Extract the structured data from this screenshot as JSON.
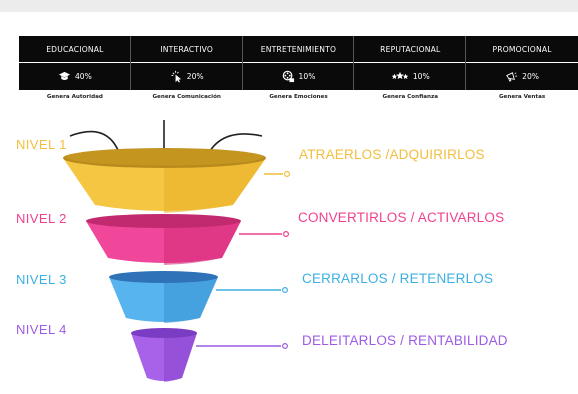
{
  "categories": [
    {
      "name": "EDUCACIONAL",
      "percent": "40%",
      "desc": "Genera Autoridad",
      "icon": "graduation-cap-icon"
    },
    {
      "name": "INTERACTIVO",
      "percent": "20%",
      "desc": "Genera Comunicación",
      "icon": "pointer-click-icon"
    },
    {
      "name": "ENTRETENIMIENTO",
      "percent": "10%",
      "desc": "Genera Emociones",
      "icon": "film-reel-icon"
    },
    {
      "name": "REPUTACIONAL",
      "percent": "10%",
      "desc": "Genera Confianza",
      "icon": "stars-icon"
    },
    {
      "name": "PROMOCIONAL",
      "percent": "20%",
      "desc": "Genera Ventas",
      "icon": "megaphone-icon"
    }
  ],
  "funnel": {
    "levels": [
      {
        "label": "NIVEL 1",
        "stage": "ATRAERLOS /ADQUIRIRLOS",
        "color": "#f2be3c"
      },
      {
        "label": "NIVEL 2",
        "stage": "CONVERTIRLOS / ACTIVARLOS",
        "color": "#f0418e"
      },
      {
        "label": "NIVEL 3",
        "stage": "CERRARLOS / RETENERLOS",
        "color": "#3cafe4"
      },
      {
        "label": "NIVEL 4",
        "stage": "DELEITARLOS / RENTABILIDAD",
        "color": "#9c5ce4"
      }
    ]
  }
}
